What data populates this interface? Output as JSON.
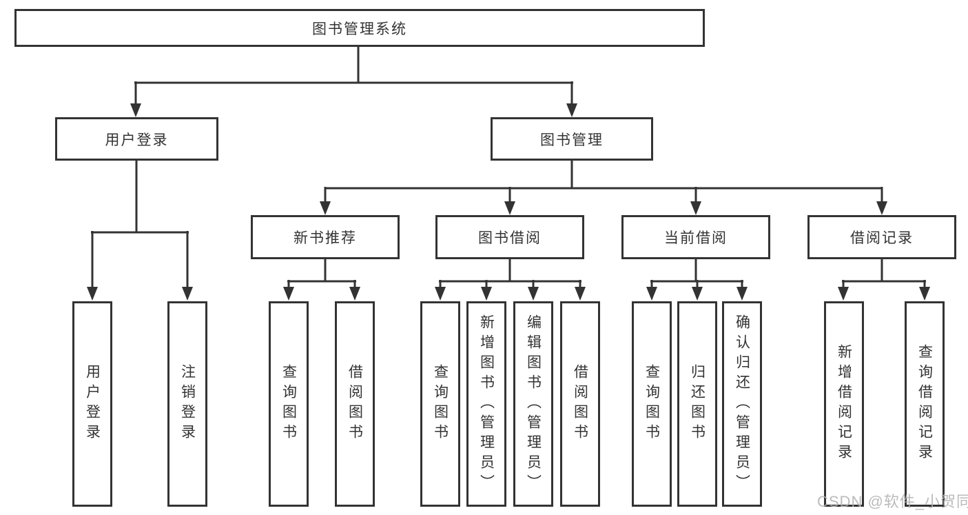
{
  "diagram": {
    "type": "hierarchy-diagram",
    "colors": {
      "line": "#333333",
      "text": "#333333",
      "background": "#ffffff",
      "watermark": "#b0b0b0"
    },
    "watermark": {
      "text": "CSDN @软件_小贺同学"
    },
    "tree": {
      "label": "图书管理系统",
      "children": [
        {
          "label": "用户登录",
          "children": [
            {
              "label": "用户登录"
            },
            {
              "label": "注销登录"
            }
          ]
        },
        {
          "label": "图书管理",
          "children": [
            {
              "label": "新书推荐",
              "children": [
                {
                  "label": "查询图书"
                },
                {
                  "label": "借阅图书"
                }
              ]
            },
            {
              "label": "图书借阅",
              "children": [
                {
                  "label": "查询图书"
                },
                {
                  "label": "新增图书（管理员）"
                },
                {
                  "label": "编辑图书（管理员）"
                },
                {
                  "label": "借阅图书"
                }
              ]
            },
            {
              "label": "当前借阅",
              "children": [
                {
                  "label": "查询图书"
                },
                {
                  "label": "归还图书"
                },
                {
                  "label": "确认归还（管理员）"
                }
              ]
            },
            {
              "label": "借阅记录",
              "children": [
                {
                  "label": "新增借阅记录"
                },
                {
                  "label": "查询借阅记录"
                }
              ]
            }
          ]
        }
      ]
    }
  }
}
